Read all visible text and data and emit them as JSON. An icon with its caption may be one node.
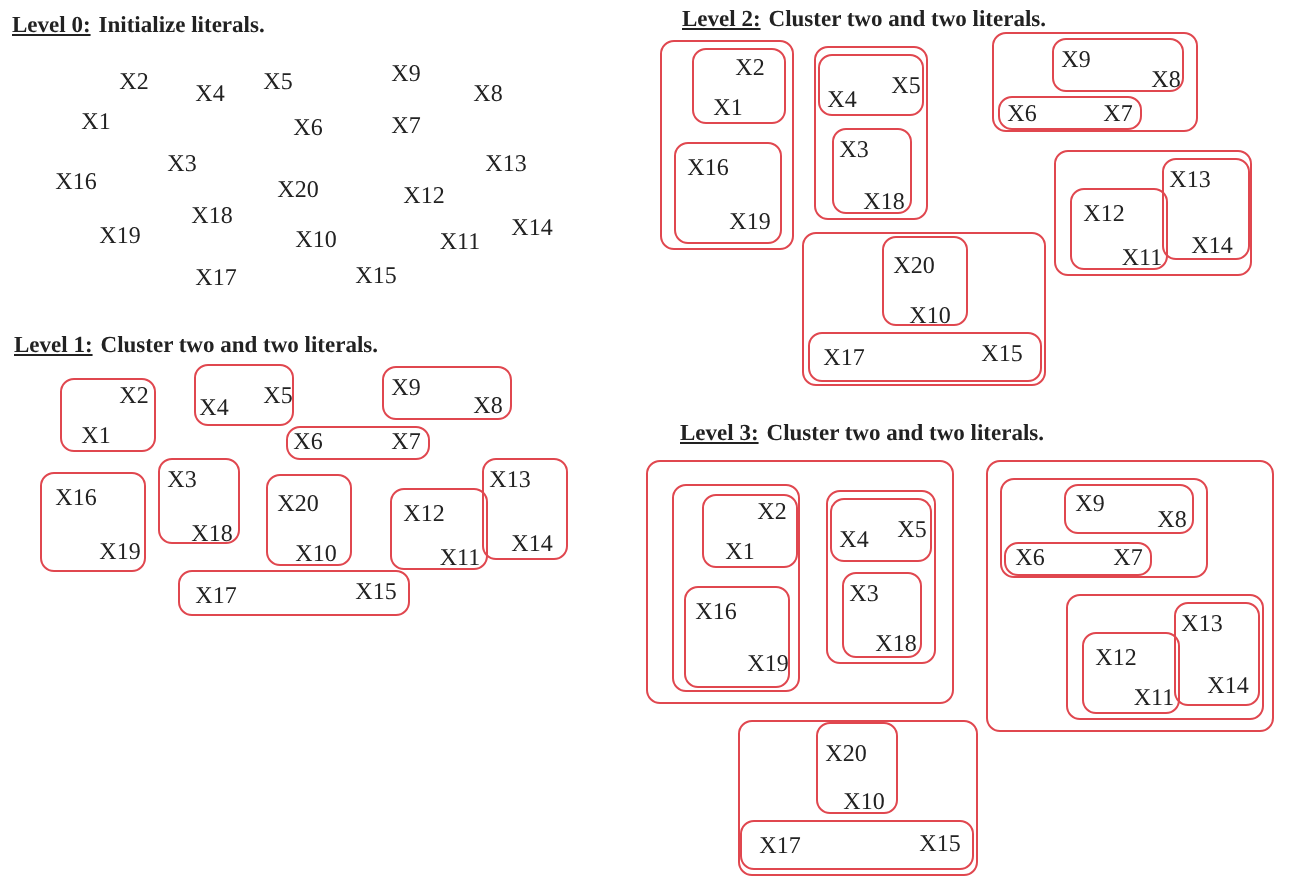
{
  "diagram": {
    "nodes": [
      {
        "text": [
          "X2",
          "X1"
        ]
      },
      {
        "text": [
          "X4",
          "X5"
        ]
      },
      {
        "text": [
          "X9",
          "X8"
        ]
      },
      {
        "text": [
          "X6",
          "X7"
        ]
      },
      {
        "text": [
          "X16",
          "X19"
        ]
      },
      {
        "text": [
          "X3",
          "X18"
        ]
      },
      {
        "text": [
          "X20",
          "X10"
        ]
      },
      {
        "text": [
          "X12",
          "X11"
        ]
      },
      {
        "text": [
          "X13",
          "X14"
        ]
      },
      {
        "text": [
          "X17",
          "X15"
        ]
      },
      {
        "text": [],
        "shape": "box"
      },
      {
        "text": [
          "X2",
          "X1"
        ],
        "in": 10
      },
      {
        "text": [
          "X16",
          "X19"
        ],
        "in": 10
      },
      {
        "text": [],
        "shape": "box"
      },
      {
        "text": [
          "X4",
          "X5"
        ],
        "in": 13
      },
      {
        "text": [
          "X3",
          "X18"
        ],
        "in": 13
      },
      {
        "text": [],
        "shape": "box"
      },
      {
        "text": [
          "X9",
          "X8"
        ],
        "in": 16
      },
      {
        "text": [
          "X6",
          "X7"
        ],
        "in": 16
      },
      {
        "text": [],
        "shape": "box"
      },
      {
        "text": [
          "X12",
          "X11"
        ],
        "in": 19
      },
      {
        "text": [
          "X13",
          "X14"
        ],
        "in": 19
      },
      {
        "text": [],
        "shape": "box"
      },
      {
        "text": [
          "X20",
          "X10"
        ],
        "in": 22
      },
      {
        "text": [
          "X17",
          "X15"
        ],
        "in": 22
      },
      {
        "text": [],
        "shape": "box"
      },
      {
        "text": [],
        "shape": "box",
        "in": 25
      },
      {
        "text": [
          "X2",
          "X1"
        ],
        "in": 26
      },
      {
        "text": [
          "X16",
          "X19"
        ],
        "in": 26
      },
      {
        "text": [],
        "shape": "box",
        "in": 25
      },
      {
        "text": [
          "X4",
          "X5"
        ],
        "in": 29
      },
      {
        "text": [
          "X3",
          "X18"
        ],
        "in": 29
      },
      {
        "text": [],
        "shape": "box"
      },
      {
        "text": [],
        "shape": "box",
        "in": 32
      },
      {
        "text": [
          "X9",
          "X8"
        ],
        "in": 33
      },
      {
        "text": [
          "X6",
          "X7"
        ],
        "in": 33
      },
      {
        "text": [],
        "shape": "box",
        "in": 32
      },
      {
        "text": [
          "X12",
          "X11"
        ],
        "in": 36
      },
      {
        "text": [
          "X13",
          "X14"
        ],
        "in": 36
      },
      {
        "text": [],
        "shape": "box"
      },
      {
        "text": [
          "X20",
          "X10"
        ],
        "in": 39
      },
      {
        "text": [
          "X17",
          "X15"
        ],
        "in": 39
      }
    ],
    "labels": [
      "Level 0:",
      "Initialize literals.",
      "Level 2:",
      "Cluster two and two literals.",
      "X2",
      "X4",
      "X5",
      "X9",
      "X8",
      "X1",
      "X6",
      "X7",
      "X3",
      "X13",
      "X16",
      "X20",
      "X12",
      "X18",
      "X14",
      "X19",
      "X10",
      "X11",
      "X17",
      "X15",
      "Level 1:",
      "Cluster two and two literals.",
      "Level 3:",
      "Cluster two and two literals."
    ]
  }
}
